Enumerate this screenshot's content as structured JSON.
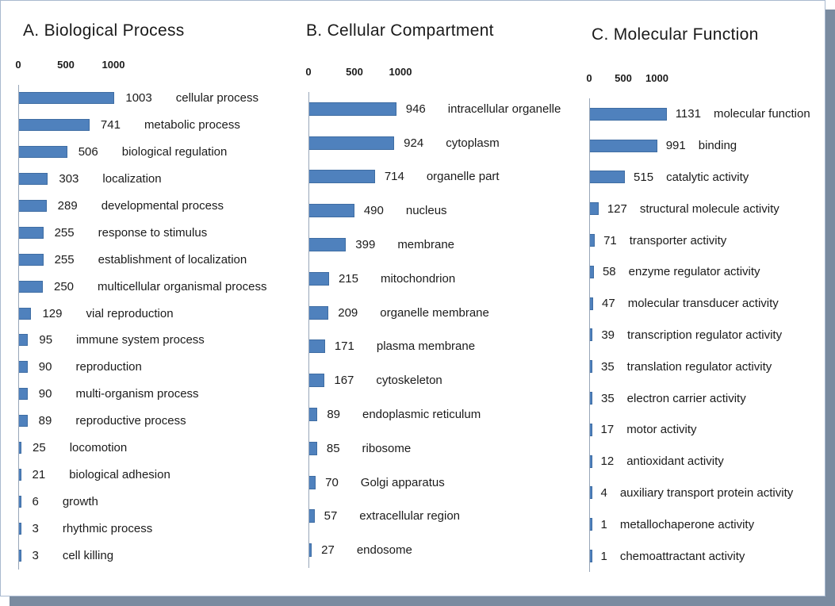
{
  "page": {
    "bar_color": "#4f81bd",
    "bar_border_color": "#3f6da3",
    "axis_line_color": "#98a6b8",
    "text_color": "#1b1b1b",
    "shadow_color": "#7a8ba0",
    "frame_border_color": "#a9b9cf"
  },
  "chart_data": [
    {
      "type": "bar",
      "orientation": "horizontal",
      "title": "A. Biological Process",
      "axis_ticks": [
        "0",
        "500",
        "1000"
      ],
      "tick_values": [
        0,
        500,
        1000
      ],
      "axis_range": [
        0,
        1200
      ],
      "grid": false,
      "legend": false,
      "categories": [
        "cellular process",
        "metabolic process",
        "biological regulation",
        "localization",
        "developmental process",
        "response to stimulus",
        "establishment of localization",
        "multicellular organismal process",
        "vial reproduction",
        "immune system process",
        "reproduction",
        "multi-organism process",
        "reproductive process",
        "locomotion",
        "biological adhesion",
        "growth",
        "rhythmic process",
        "cell killing"
      ],
      "values": [
        1003,
        741,
        506,
        303,
        289,
        255,
        255,
        250,
        129,
        95,
        90,
        90,
        89,
        25,
        21,
        6,
        3,
        3
      ]
    },
    {
      "type": "bar",
      "orientation": "horizontal",
      "title": "B. Cellular Compartment",
      "axis_ticks": [
        "0",
        "500",
        "1000"
      ],
      "tick_values": [
        0,
        500,
        1000
      ],
      "axis_range": [
        0,
        1200
      ],
      "grid": false,
      "legend": false,
      "categories": [
        "intracellular organelle",
        "cytoplasm",
        "organelle part",
        "nucleus",
        "membrane",
        "mitochondrion",
        "organelle membrane",
        "plasma membrane",
        "cytoskeleton",
        "endoplasmic reticulum",
        "ribosome",
        "Golgi apparatus",
        "extracellular region",
        "endosome"
      ],
      "values": [
        946,
        924,
        714,
        490,
        399,
        215,
        209,
        171,
        167,
        89,
        85,
        70,
        57,
        27
      ]
    },
    {
      "type": "bar",
      "orientation": "horizontal",
      "title": "C. Molecular Function",
      "axis_ticks": [
        "0",
        "500",
        "1000"
      ],
      "tick_values": [
        0,
        500,
        1000
      ],
      "axis_range": [
        0,
        1200
      ],
      "grid": false,
      "legend": false,
      "categories": [
        "molecular function",
        "binding",
        "catalytic activity",
        "structural molecule activity",
        "transporter activity",
        "enzyme regulator activity",
        "molecular transducer activity",
        "transcription regulator activity",
        "translation regulator activity",
        "electron carrier activity",
        "motor activity",
        "antioxidant activity",
        "auxiliary transport protein activity",
        "metallochaperone activity",
        "chemoattractant activity"
      ],
      "values": [
        1131,
        991,
        515,
        127,
        71,
        58,
        47,
        39,
        35,
        35,
        17,
        12,
        4,
        1,
        1
      ]
    }
  ]
}
